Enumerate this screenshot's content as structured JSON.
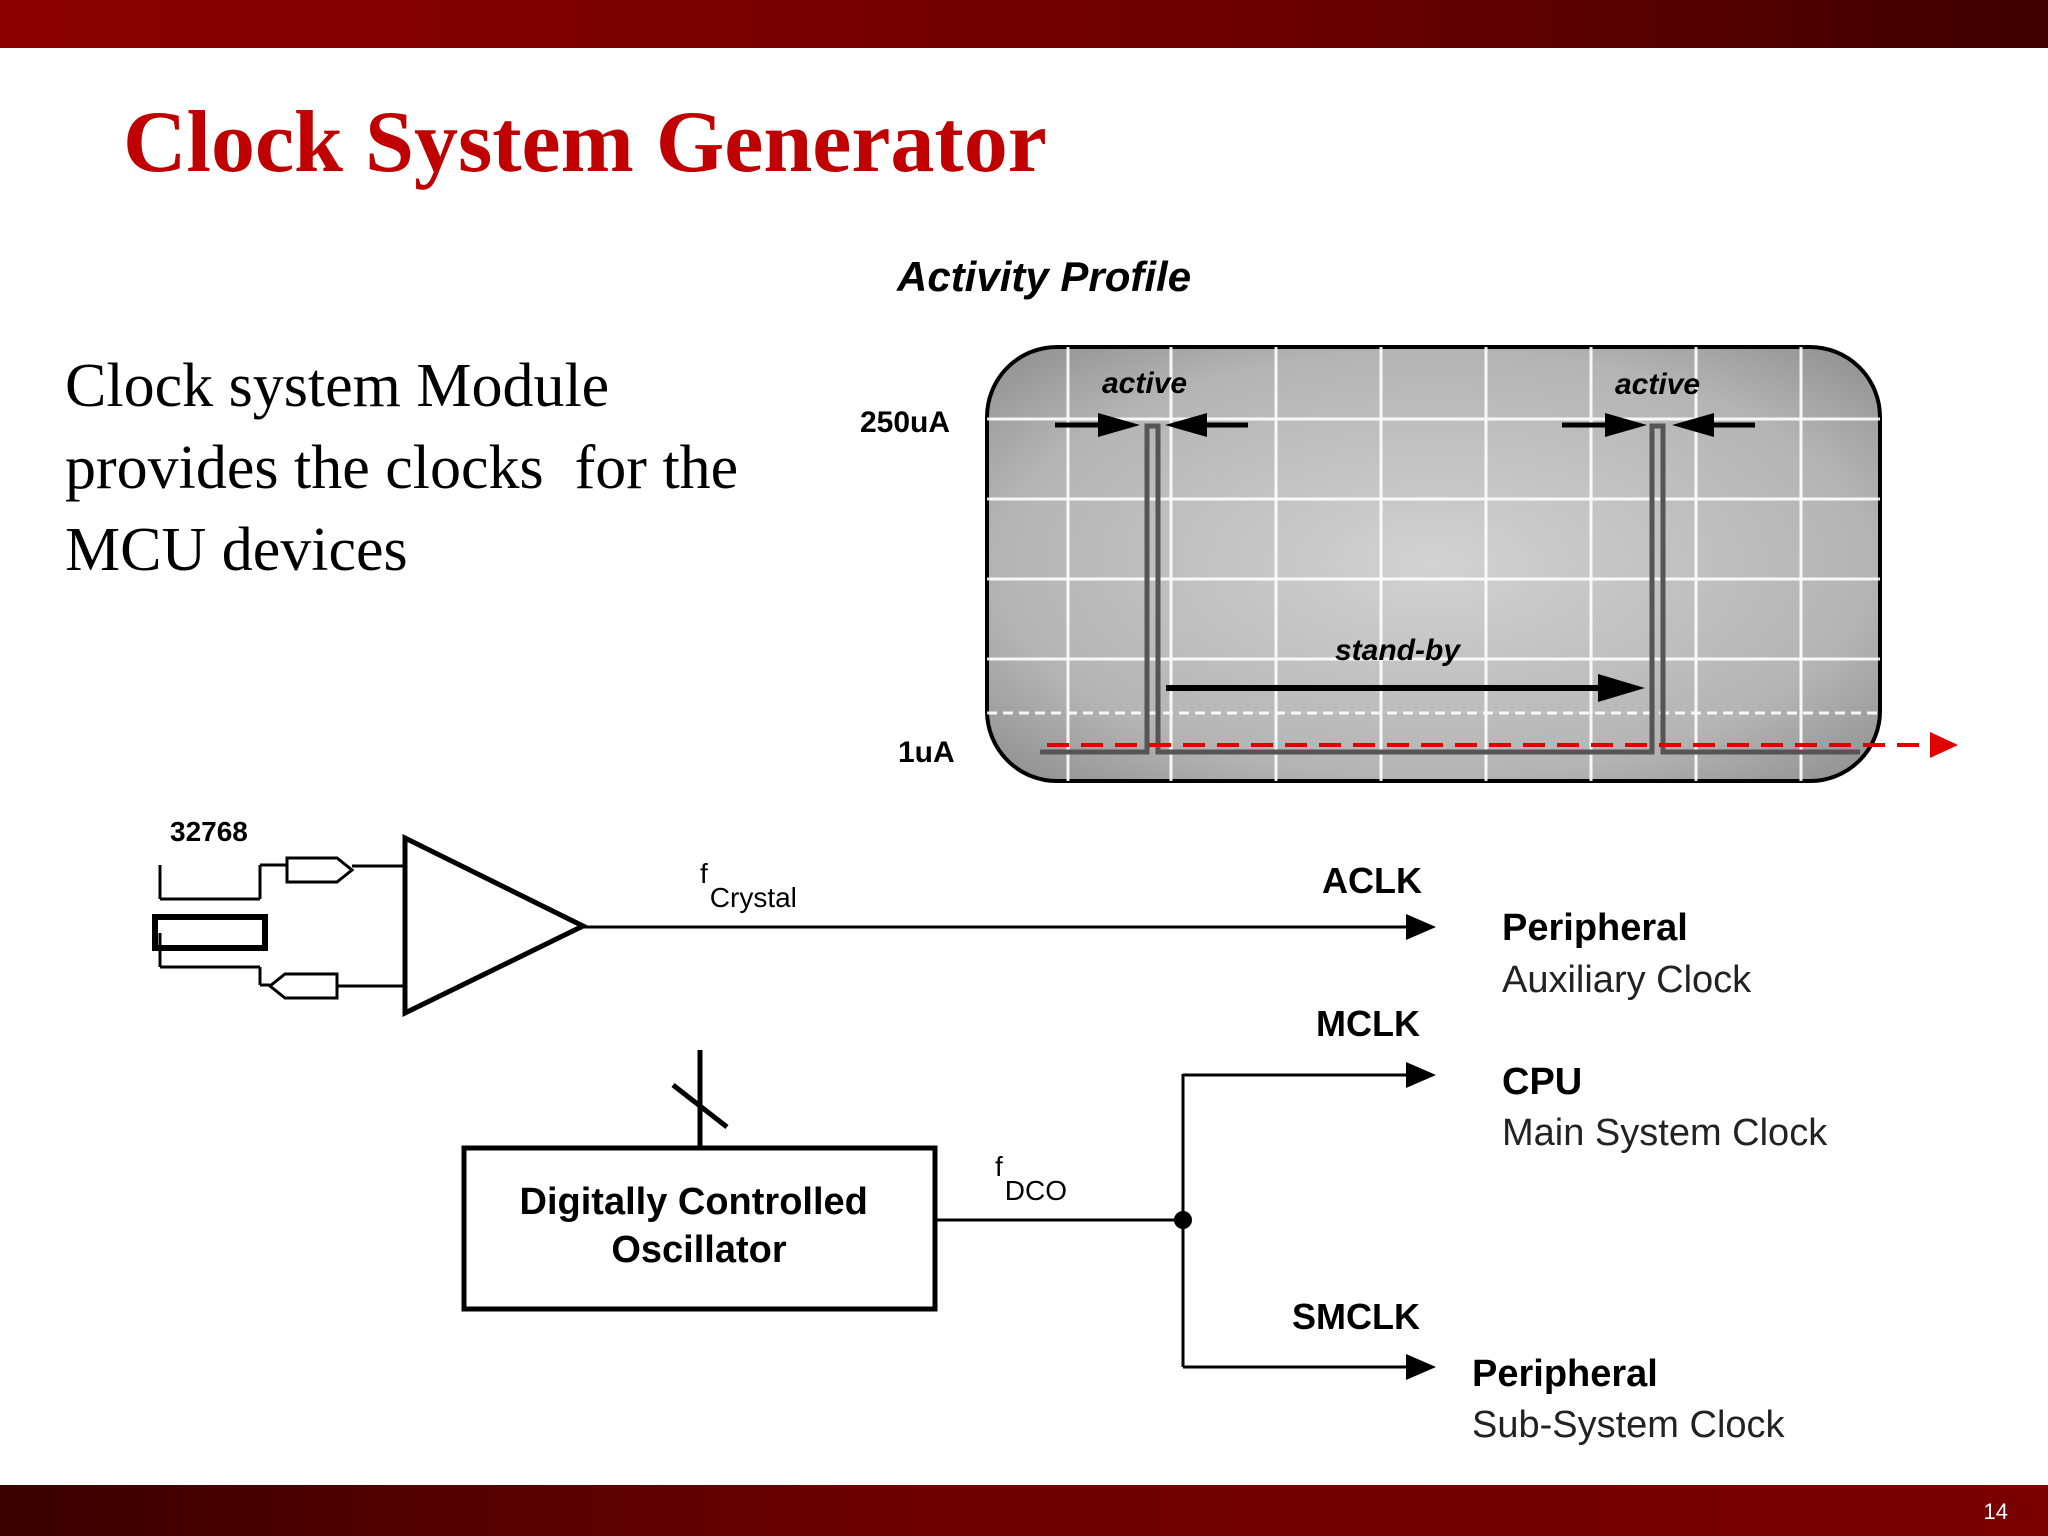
{
  "slide": {
    "title": "Clock System Generator",
    "page_number": "14",
    "body_lines": [
      "Clock system Module",
      "provides the clocks  for the",
      "MCU devices"
    ]
  },
  "activity_profile": {
    "title": "Activity Profile",
    "level_high": "250uA",
    "level_low": "1uA",
    "active_label_1": "active",
    "active_label_2": "active",
    "standby_label": "stand-by"
  },
  "clock_diagram": {
    "crystal_frequency": "32768",
    "f_crystal": {
      "symbol": "f",
      "subscript": "Crystal"
    },
    "f_dco": {
      "symbol": "f",
      "subscript": "DCO"
    },
    "dco_block": [
      "Digitally Controlled",
      "Oscillator"
    ],
    "outputs": {
      "aclk": {
        "signal": "ACLK",
        "target": "Peripheral",
        "description": "Auxiliary Clock"
      },
      "mclk": {
        "signal": "MCLK",
        "target": "CPU",
        "description": "Main System Clock"
      },
      "smclk": {
        "signal": "SMCLK",
        "target": "Peripheral",
        "description": "Sub-System Clock"
      }
    }
  },
  "colors": {
    "title_red": "#c00000",
    "bar_dark_red": "#6e0000",
    "dashed_red": "#e00000"
  }
}
